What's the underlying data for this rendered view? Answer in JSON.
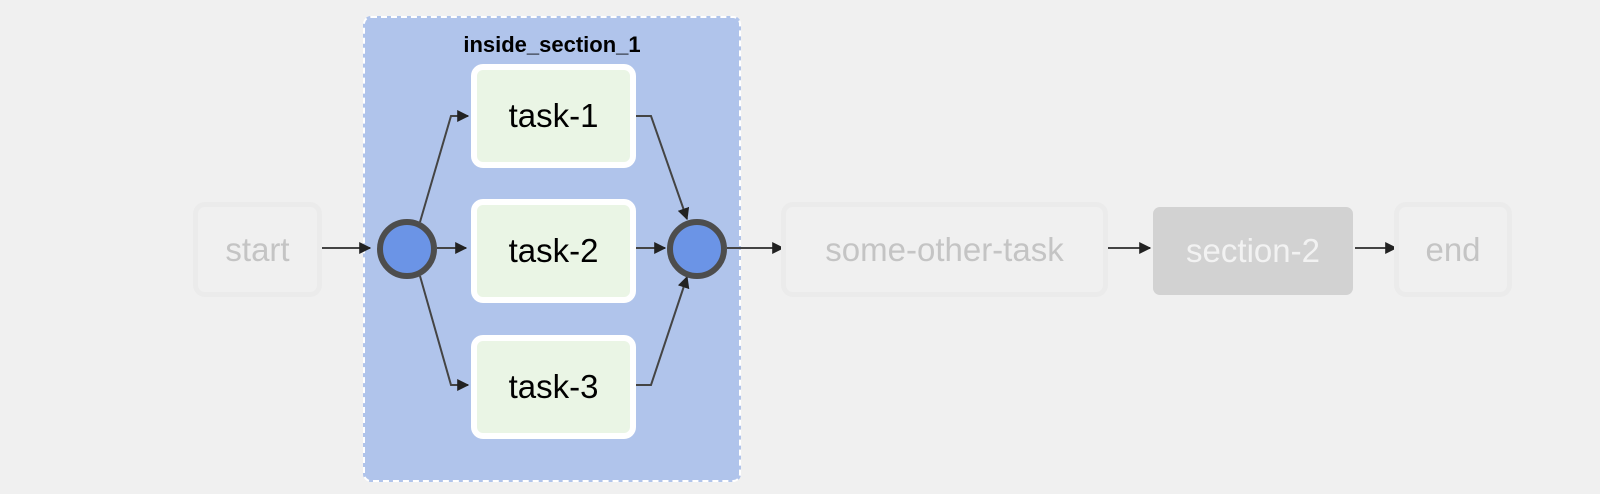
{
  "group": {
    "label": "inside_section_1",
    "fill": "#b0c4eb"
  },
  "nodes": {
    "start": {
      "label": "start"
    },
    "task1": {
      "label": "task-1"
    },
    "task2": {
      "label": "task-2"
    },
    "task3": {
      "label": "task-3"
    },
    "some_other_task": {
      "label": "some-other-task"
    },
    "section2": {
      "label": "section-2"
    },
    "end": {
      "label": "end"
    }
  },
  "colors": {
    "task_fill": "#eaf5e5",
    "task_border": "#ffffff",
    "join_fill": "#6b94e6",
    "join_border": "#4d4d4d",
    "faded_text": "#c4c4c4",
    "faded_border": "#ebebeb",
    "section_collapsed_fill": "#d2d2d2",
    "section_collapsed_text": "#f2f2f2",
    "edge": "#444444"
  }
}
